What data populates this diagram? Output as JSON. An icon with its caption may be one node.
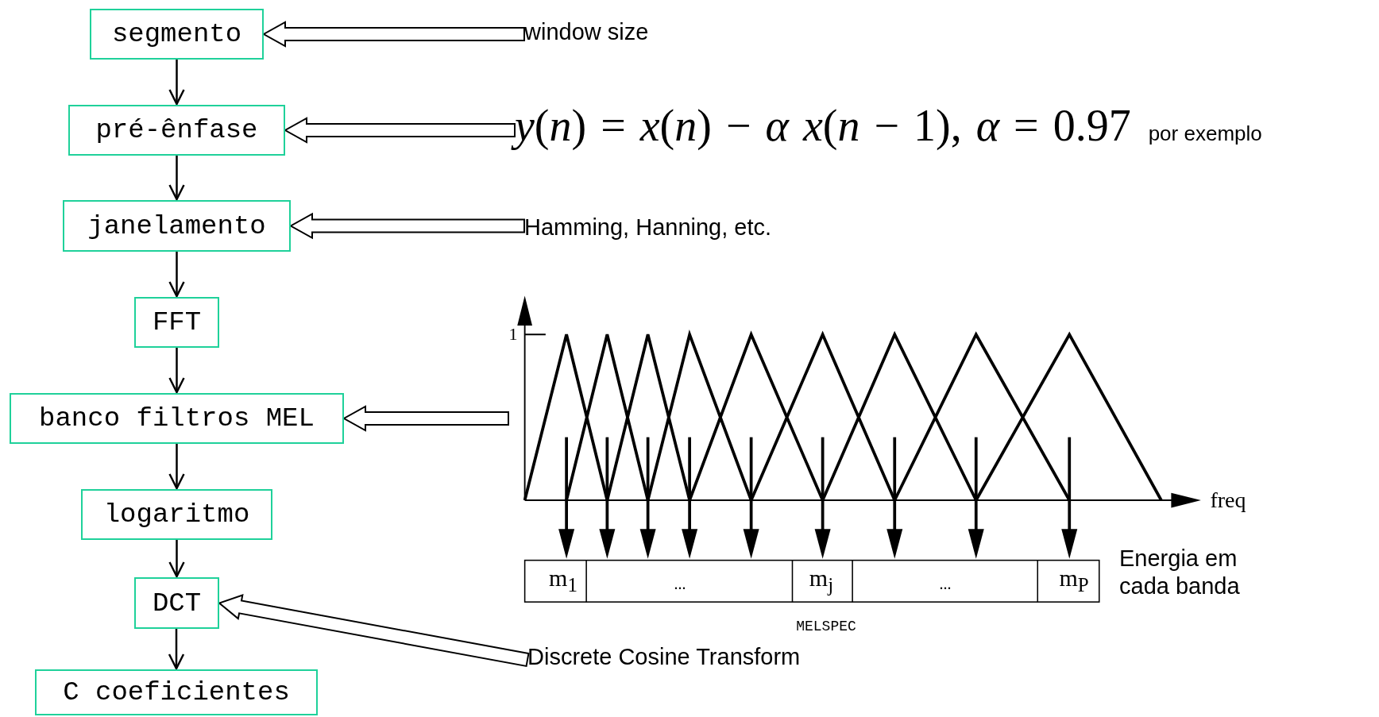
{
  "diagram": {
    "nodes": [
      {
        "text": [
          "segmento"
        ]
      },
      {
        "text": [
          "pré-ênfase"
        ]
      },
      {
        "text": [
          "janelamento"
        ]
      },
      {
        "text": [
          "FFT"
        ]
      },
      {
        "text": [
          "banco filtros MEL"
        ]
      },
      {
        "text": [
          "logaritmo"
        ]
      },
      {
        "text": [
          "DCT"
        ]
      },
      {
        "text": [
          "C coeficientes"
        ]
      },
      {
        "text": [
          "window size"
        ]
      },
      {
        "text": [
          "*y*(*n*) = *x*(*n*) − *α* *x*(*n* − 1), *α* = 0.97",
          "por exemplo"
        ]
      },
      {
        "text": [
          "Hamming, Hanning, etc."
        ]
      },
      {
        "text": [],
        "shape": "picture"
      },
      {
        "text": [
          "Discrete Cosine Transform"
        ]
      }
    ],
    "edges": [
      {
        "from": 0,
        "to": 1,
        "arrow": "to"
      },
      {
        "from": 1,
        "to": 2,
        "arrow": "to"
      },
      {
        "from": 2,
        "to": 3,
        "arrow": "to"
      },
      {
        "from": 3,
        "to": 4,
        "arrow": "to"
      },
      {
        "from": 4,
        "to": 5,
        "arrow": "to"
      },
      {
        "from": 5,
        "to": 6,
        "arrow": "to"
      },
      {
        "from": 6,
        "to": 7,
        "arrow": "to"
      },
      {
        "from": 8,
        "to": 0,
        "arrow": "to",
        "style": "thick"
      },
      {
        "from": 9,
        "to": 1,
        "arrow": "to",
        "style": "thick"
      },
      {
        "from": 10,
        "to": 2,
        "arrow": "to",
        "style": "thick"
      },
      {
        "from": 11,
        "to": 4,
        "arrow": "to",
        "style": "thick"
      },
      {
        "from": 12,
        "to": 6,
        "arrow": "to",
        "style": "thick"
      }
    ],
    "labels": [
      "1",
      "freq",
      "m$_{1}$",
      "...",
      "m$_{j}$",
      "...",
      "m$_{P}$",
      "MELSPEC",
      "Energia em cada banda"
    ]
  }
}
